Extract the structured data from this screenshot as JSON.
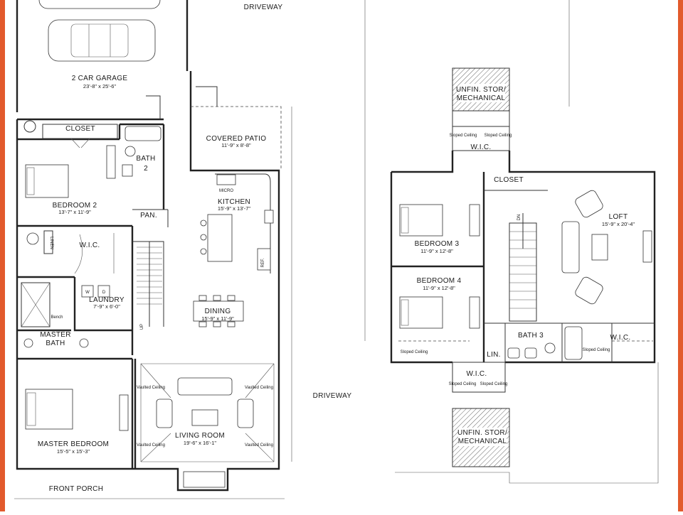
{
  "colors": {
    "frame": "#e25a2c",
    "ink": "#222222",
    "hatch": "#666666"
  },
  "main_floor": {
    "driveway": "DRIVEWAY",
    "garage": {
      "name": "2 CAR GARAGE",
      "dims": "23'-8\" x 25'-6\""
    },
    "covered_patio": {
      "name": "COVERED PATIO",
      "dims": "11'-9\" x 8'-8\""
    },
    "closet": "CLOSET",
    "bath2": {
      "name": "BATH",
      "number": "2"
    },
    "bedroom2": {
      "name": "BEDROOM 2",
      "dims": "13'-7\" x 11'-9\""
    },
    "kitchen": {
      "name": "KITCHEN",
      "dims": "15'-9\" x 13'-7\""
    },
    "micro": "MICRO",
    "ref": "REF.",
    "pantry": "PAN.",
    "linen": "LINEN",
    "wic": "W.I.C.",
    "laundry": {
      "name": "LAUNDRY",
      "dims": "7'-9\" x 6'-0\"",
      "w": "W",
      "d": "D"
    },
    "up": "UP",
    "dining": {
      "name": "DINING",
      "dims": "15'-9\" x 11'-9\""
    },
    "bench": "Bench",
    "master_bath": {
      "line1": "MASTER",
      "line2": "BATH"
    },
    "master_bedroom": {
      "name": "MASTER BEDROOM",
      "dims": "15'-5\" x 15'-3\""
    },
    "living_room": {
      "name": "LIVING ROOM",
      "dims": "19'-6\" x 16'-1\""
    },
    "vaulted_ceiling": "Vaulted Ceiling",
    "front_porch": "FRONT PORCH"
  },
  "upper_floor": {
    "driveway": "DRIVEWAY",
    "unfin_top": {
      "line1": "UNFIN. STOR/",
      "line2": "MECHANICAL"
    },
    "wic_top": "W.I.C.",
    "sloped_ceiling": "Sloped Ceiling",
    "closet": "CLOSET",
    "loft": {
      "name": "LOFT",
      "dims": "15'-9\" x 20'-4\""
    },
    "dn": "DN",
    "bedroom3": {
      "name": "BEDROOM 3",
      "dims": "11'-9\" x 12'-8\""
    },
    "bedroom4": {
      "name": "BEDROOM 4",
      "dims": "11'-9\" x 12'-8\""
    },
    "bath3": "BATH 3",
    "wic_right": "W.I.C.",
    "lin": "LIN.",
    "wic_bottom": "W.I.C.",
    "unfin_bottom": {
      "line1": "UNFIN. STOR/",
      "line2": "MECHANICAL"
    }
  }
}
